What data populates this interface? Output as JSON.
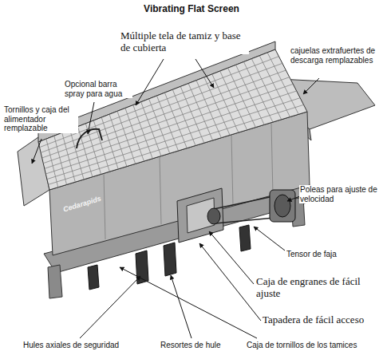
{
  "diagram": {
    "title": "Vibrating Flat Screen",
    "labels": [
      "Múltiple tela de tamiz y base de cubierta",
      "cajuelas extrafuertes de descarga remplazables",
      "Opcional barra spray para agua",
      "Tornillos y caja del alimentador remplazable",
      "Poleas para ajuste de velocidad",
      "Tensor de faja",
      "Caja de engranes de fácil ajuste",
      "Tapadera de fácil acceso",
      "Hules axiales de seguridad",
      "Resortes de hule",
      "Caja de tornillos de los tamices",
      "Cedarapids"
    ]
  }
}
